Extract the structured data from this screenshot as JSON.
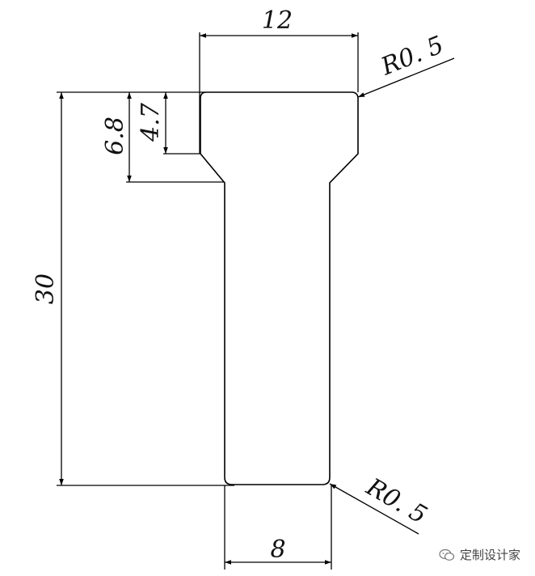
{
  "drawing": {
    "dimensions": {
      "top_width": "12",
      "bottom_width": "8",
      "total_height": "30",
      "head_height": "6.8",
      "collar_height": "4.7",
      "radius_top": "R0. 5",
      "radius_bottom": "R0. 5"
    }
  },
  "watermark": {
    "text": "定制设计家",
    "icon": "wechat-icon"
  }
}
